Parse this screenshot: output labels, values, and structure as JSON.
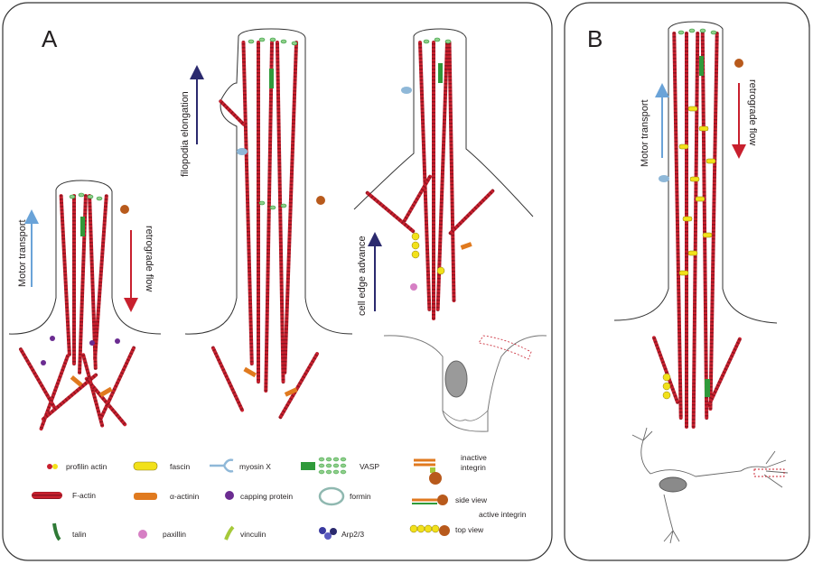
{
  "panels": {
    "a": {
      "letter": "A"
    },
    "b": {
      "letter": "B"
    }
  },
  "annotations": {
    "motor_transport_a": "Motor transport",
    "retrograde_flow_a": "retrograde flow",
    "filopodia_elongation": "filopodia elongation",
    "cell_edge_advance": "cell edge advance",
    "motor_transport_b": "Motor transport",
    "retrograde_flow_b": "retrograde flow"
  },
  "legend": {
    "profilin_actin": "profilin actin",
    "f_actin": "F-actin",
    "talin": "talin",
    "fascin": "fascin",
    "alpha_actinin": "α-actinin",
    "paxillin": "paxillin",
    "myosin_x": "myosin X",
    "capping_protein": "capping protein",
    "vinculin": "vinculin",
    "vasp": "VASP",
    "formin": "formin",
    "arp23": "Arp2/3",
    "inactive_integrin_line1": "inactive",
    "inactive_integrin_line2": "integrin",
    "side_view": "side view",
    "active_integrin": "active  integrin",
    "top_view": "top view"
  },
  "colors": {
    "actin": "#c8202e",
    "actin_stripe": "#8e1420",
    "fascin": "#f2e11a",
    "alpha_actinin": "#e07a1f",
    "capping": "#6b2c91",
    "vasp": "#2f9a3a",
    "vasp_light": "#8fcf8a",
    "myosin": "#8fb8d8",
    "paxillin": "#d67fc4",
    "vinculin": "#a6c93a",
    "talin": "#2f7a36",
    "integrin": "#b85a1c",
    "motor_arrow": "#6aa3d8",
    "retro_arrow": "#c8202e",
    "navy_arrow": "#2b2a6e",
    "outline": "#333333"
  }
}
